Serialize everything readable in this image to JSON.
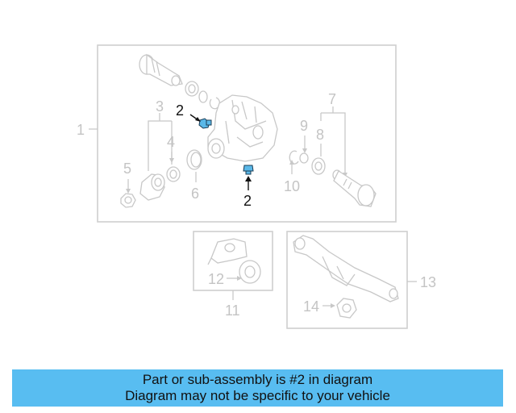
{
  "banner": {
    "line1": "Part or sub-assembly is #2 in diagram",
    "line2": "Diagram may not be specific to your vehicle"
  },
  "callouts": {
    "c1": "1",
    "c2_top": "2",
    "c2_bottom": "2",
    "c3": "3",
    "c4": "4",
    "c5": "5",
    "c6": "6",
    "c7": "7",
    "c8": "8",
    "c9": "9",
    "c10": "10",
    "c11": "11",
    "c12": "12",
    "c13": "13",
    "c14": "14"
  },
  "colors": {
    "highlight_part": "#5ab8e8",
    "banner_bg": "#58bdf1",
    "line_art": "#c8c8c8"
  }
}
